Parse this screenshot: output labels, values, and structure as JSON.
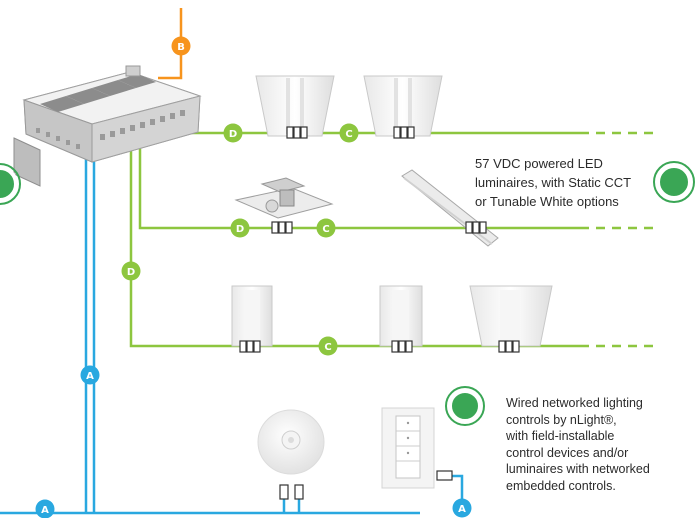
{
  "colors": {
    "power_line": "#8dc63f",
    "network_line": "#29a8e0",
    "feed_line": "#f7941d",
    "status_ring": "#3aa655"
  },
  "badges": {
    "orange": "B",
    "green_d": "D",
    "green_c": "C",
    "blue": "A"
  },
  "notes": {
    "top": [
      "57 VDC powered LED",
      "luminaires, with Static CCT",
      "or Tunable White options"
    ],
    "bottom": [
      "Wired networked lighting",
      "controls by nLight®,",
      "with field-installable",
      "control devices and/or",
      "luminaires with networked",
      "embedded controls."
    ]
  }
}
